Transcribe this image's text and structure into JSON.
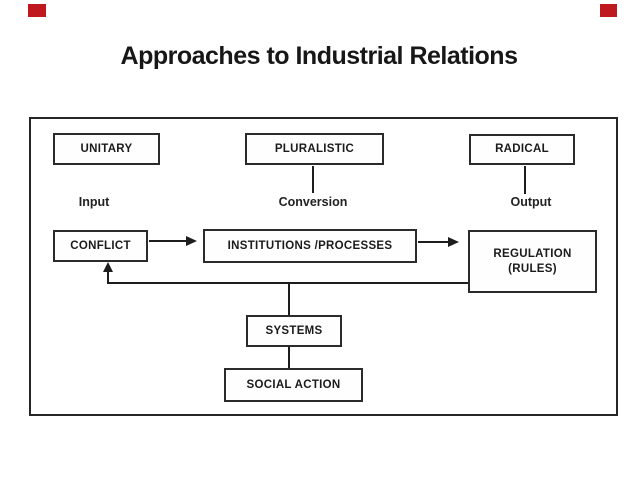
{
  "slide": {
    "title": "Approaches to Industrial Relations",
    "background_color": "#ffffff",
    "accent_color": "#c0181f",
    "ink_color": "#1f1f1f"
  },
  "diagram": {
    "approach_boxes": {
      "unitary": "UNITARY",
      "pluralistic": "PLURALISTIC",
      "radical": "RADICAL"
    },
    "stage_labels": {
      "input": "Input",
      "conversion": "Conversion",
      "output": "Output"
    },
    "process_boxes": {
      "conflict": "CONFLICT",
      "institutions": "INSTITUTIONS /PROCESSES",
      "regulation_line1": "REGULATION",
      "regulation_line2": "(RULES)"
    },
    "model_boxes": {
      "systems": "SYSTEMS",
      "social_action": "SOCIAL ACTION"
    }
  }
}
